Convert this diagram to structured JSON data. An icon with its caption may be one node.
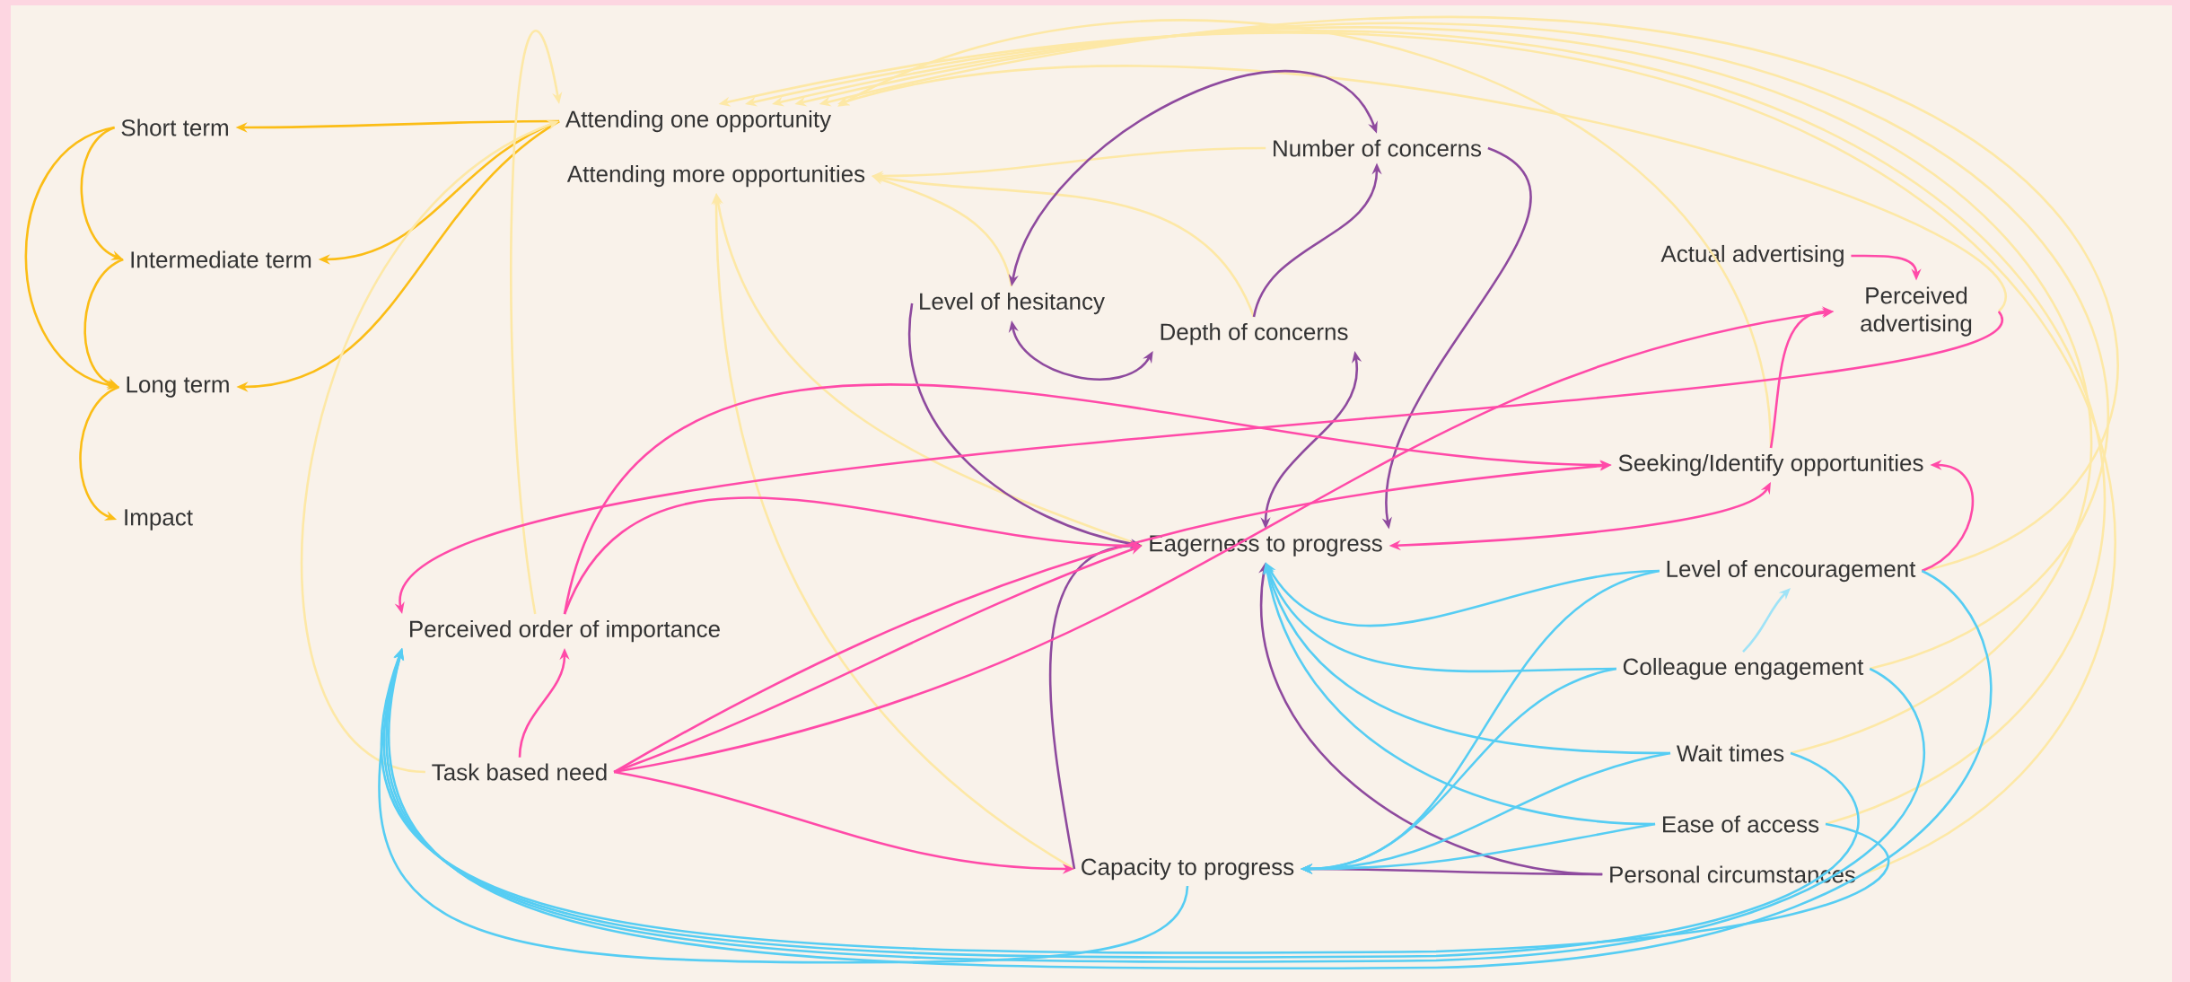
{
  "diagram": {
    "nodes": [
      {
        "text": [
          "Short term"
        ]
      },
      {
        "text": [
          "Intermediate term"
        ]
      },
      {
        "text": [
          "Long term"
        ]
      },
      {
        "text": [
          "Impact"
        ]
      },
      {
        "text": [
          "Attending one opportunity"
        ]
      },
      {
        "text": [
          "Attending more opportunities"
        ]
      },
      {
        "text": [
          "Number of concerns"
        ]
      },
      {
        "text": [
          "Level of hesitancy"
        ]
      },
      {
        "text": [
          "Depth of concerns"
        ]
      },
      {
        "text": [
          "Actual advertising"
        ]
      },
      {
        "text": [
          "Perceived advertising"
        ]
      },
      {
        "text": [
          "Seeking/Identify opportunities"
        ]
      },
      {
        "text": [
          "Eagerness to progress"
        ]
      },
      {
        "text": [
          "Level of encouragement"
        ]
      },
      {
        "text": [
          "Perceived order of importance"
        ]
      },
      {
        "text": [
          "Colleague engagement"
        ]
      },
      {
        "text": [
          "Task based need"
        ]
      },
      {
        "text": [
          "Wait times"
        ]
      },
      {
        "text": [
          "Ease of access"
        ]
      },
      {
        "text": [
          "Capacity to progress"
        ]
      },
      {
        "text": [
          "Personal circumstances"
        ]
      }
    ],
    "edges": [
      {
        "from": 4,
        "to": 0,
        "arrow": "to",
        "color": "#fbbd16"
      },
      {
        "from": 4,
        "to": 1,
        "arrow": "to",
        "color": "#fbbd16"
      },
      {
        "from": 4,
        "to": 2,
        "arrow": "to",
        "color": "#fbbd16"
      },
      {
        "from": 0,
        "to": 1,
        "arrow": "to",
        "color": "#fbbd16"
      },
      {
        "from": 0,
        "to": 2,
        "arrow": "to",
        "color": "#fbbd16"
      },
      {
        "from": 1,
        "to": 2,
        "arrow": "to",
        "color": "#fbbd16"
      },
      {
        "from": 2,
        "to": 3,
        "arrow": "to",
        "color": "#fbbd16"
      },
      {
        "from": 14,
        "to": 4,
        "arrow": "to",
        "color": "#fde8a6"
      },
      {
        "from": 16,
        "to": 4,
        "arrow": "to",
        "color": "#fde8a6"
      },
      {
        "from": 6,
        "to": 5,
        "arrow": "to",
        "color": "#fde8a6"
      },
      {
        "from": 7,
        "to": 5,
        "arrow": "to",
        "color": "#fde8a6"
      },
      {
        "from": 8,
        "to": 5,
        "arrow": "to",
        "color": "#fde8a6"
      },
      {
        "from": 12,
        "to": 5,
        "arrow": "to",
        "color": "#fde8a6"
      },
      {
        "from": 19,
        "to": 5,
        "arrow": "to",
        "color": "#fde8a6"
      },
      {
        "from": 10,
        "to": 4,
        "arrow": "to",
        "color": "#fde8a6"
      },
      {
        "from": 11,
        "to": 4,
        "arrow": "to",
        "color": "#fde8a6"
      },
      {
        "from": 13,
        "to": 4,
        "arrow": "to",
        "color": "#fde8a6"
      },
      {
        "from": 15,
        "to": 4,
        "arrow": "to",
        "color": "#fde8a6"
      },
      {
        "from": 17,
        "to": 4,
        "arrow": "to",
        "color": "#fde8a6"
      },
      {
        "from": 18,
        "to": 4,
        "arrow": "to",
        "color": "#fde8a6"
      },
      {
        "from": 20,
        "to": 4,
        "arrow": "to",
        "color": "#fde8a6"
      },
      {
        "from": 7,
        "to": 6,
        "arrow": "both",
        "color": "#8e4a9e"
      },
      {
        "from": 8,
        "to": 6,
        "arrow": "to",
        "color": "#8e4a9e"
      },
      {
        "from": 8,
        "to": 7,
        "arrow": "both",
        "color": "#8e4a9e"
      },
      {
        "from": 8,
        "to": 12,
        "arrow": "both",
        "color": "#8e4a9e"
      },
      {
        "from": 6,
        "to": 12,
        "arrow": "to",
        "color": "#8e4a9e"
      },
      {
        "from": 7,
        "to": 12,
        "arrow": "to",
        "color": "#8e4a9e"
      },
      {
        "from": 19,
        "to": 12,
        "arrow": "to",
        "color": "#8e4a9e"
      },
      {
        "from": 20,
        "to": 12,
        "arrow": "to",
        "color": "#8e4a9e"
      },
      {
        "from": 20,
        "to": 19,
        "arrow": "to",
        "color": "#8e4a9e"
      },
      {
        "from": 9,
        "to": 10,
        "arrow": "to",
        "color": "#ff4aa8"
      },
      {
        "from": 11,
        "to": 10,
        "arrow": "to",
        "color": "#ff4aa8"
      },
      {
        "from": 16,
        "to": 10,
        "arrow": "to",
        "color": "#ff4aa8"
      },
      {
        "from": 10,
        "to": 14,
        "arrow": "to",
        "color": "#ff4aa8"
      },
      {
        "from": 14,
        "to": 12,
        "arrow": "to",
        "color": "#ff4aa8"
      },
      {
        "from": 14,
        "to": 11,
        "arrow": "to",
        "color": "#ff4aa8"
      },
      {
        "from": 16,
        "to": 14,
        "arrow": "to",
        "color": "#ff4aa8"
      },
      {
        "from": 16,
        "to": 12,
        "arrow": "to",
        "color": "#ff4aa8"
      },
      {
        "from": 16,
        "to": 11,
        "arrow": "to",
        "color": "#ff4aa8"
      },
      {
        "from": 16,
        "to": 19,
        "arrow": "to",
        "color": "#ff4aa8"
      },
      {
        "from": 12,
        "to": 11,
        "arrow": "both",
        "color": "#ff4aa8"
      },
      {
        "from": 13,
        "to": 11,
        "arrow": "to",
        "color": "#ff4aa8"
      },
      {
        "from": 13,
        "to": 12,
        "arrow": "to",
        "color": "#56cdf3"
      },
      {
        "from": 15,
        "to": 12,
        "arrow": "to",
        "color": "#56cdf3"
      },
      {
        "from": 17,
        "to": 12,
        "arrow": "to",
        "color": "#56cdf3"
      },
      {
        "from": 18,
        "to": 12,
        "arrow": "to",
        "color": "#56cdf3"
      },
      {
        "from": 13,
        "to": 19,
        "arrow": "to",
        "color": "#56cdf3"
      },
      {
        "from": 15,
        "to": 19,
        "arrow": "to",
        "color": "#56cdf3"
      },
      {
        "from": 17,
        "to": 19,
        "arrow": "to",
        "color": "#56cdf3"
      },
      {
        "from": 18,
        "to": 19,
        "arrow": "to",
        "color": "#56cdf3"
      },
      {
        "from": 15,
        "to": 13,
        "arrow": "to",
        "color": "#9fe3f7"
      },
      {
        "from": 19,
        "to": 14,
        "arrow": "to",
        "color": "#56cdf3"
      },
      {
        "from": 13,
        "to": 14,
        "arrow": "to",
        "color": "#56cdf3"
      },
      {
        "from": 15,
        "to": 14,
        "arrow": "to",
        "color": "#56cdf3"
      },
      {
        "from": 17,
        "to": 14,
        "arrow": "to",
        "color": "#56cdf3"
      },
      {
        "from": 18,
        "to": 14,
        "arrow": "to",
        "color": "#56cdf3"
      }
    ]
  }
}
